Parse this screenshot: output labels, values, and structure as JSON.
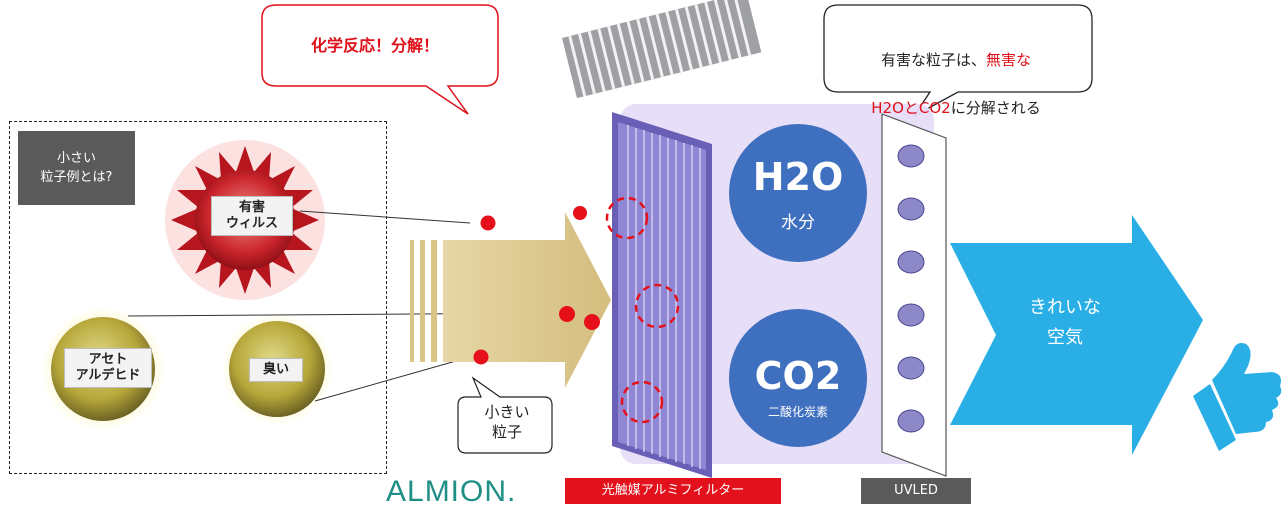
{
  "speech": {
    "reaction": "化学反応！分解！",
    "note_line1_a": "有害な粒子は、",
    "note_line1_b": "無害な",
    "note_line2_a": "H2OとCO2",
    "note_line2_b": "に分解される",
    "big_particle": "小きい\n粒子"
  },
  "examples": {
    "title": "小さい\n粒子例とは?",
    "virus": "有害\nウィルス",
    "aldehyde": "アセト\nアルデヒド",
    "odor": "臭い"
  },
  "molecules": {
    "h2o_title": "H2O",
    "h2o_sub": "水分",
    "co2_title": "CO2",
    "co2_sub": "二酸化炭素"
  },
  "output": {
    "clean_air": "きれいな\n空気"
  },
  "labels": {
    "brand": "ALMION.",
    "filter": "光触媒アルミフィルター",
    "uvled": "UVLED"
  },
  "colors": {
    "red": "#e0101a",
    "tan_arrow": "#d9c487",
    "blue_arrow": "#29aee6",
    "molecule_blue": "#3f6fbf",
    "purple_panel": "#e6dcf7",
    "filter_purple": "#7f72c4"
  }
}
